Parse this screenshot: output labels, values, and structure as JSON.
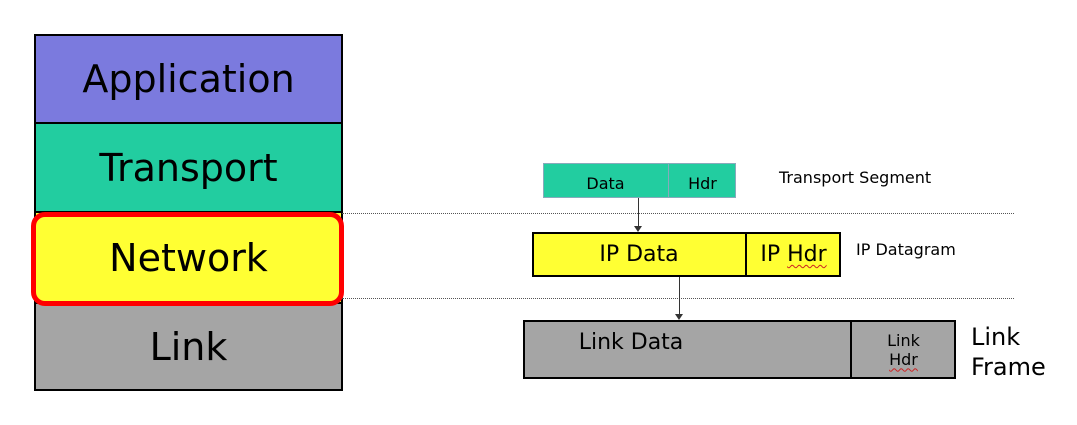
{
  "layers": {
    "application": "Application",
    "transport": "Transport",
    "network": "Network",
    "link": "Link"
  },
  "transport_segment": {
    "data": "Data",
    "hdr": "Hdr",
    "label": "Transport Segment"
  },
  "ip_datagram": {
    "data": "IP Data",
    "hdr_prefix": "IP ",
    "hdr_word": "Hdr",
    "label": "IP Datagram"
  },
  "link_frame": {
    "data": "Link Data",
    "hdr_line1": "Link",
    "hdr_line2": "Hdr",
    "label_line1": "Link",
    "label_line2": "Frame"
  },
  "colors": {
    "application": "#7b7ade",
    "transport": "#22cda0",
    "network": "#ffff33",
    "link": "#a5a5a5",
    "highlight": "#ff0000"
  }
}
